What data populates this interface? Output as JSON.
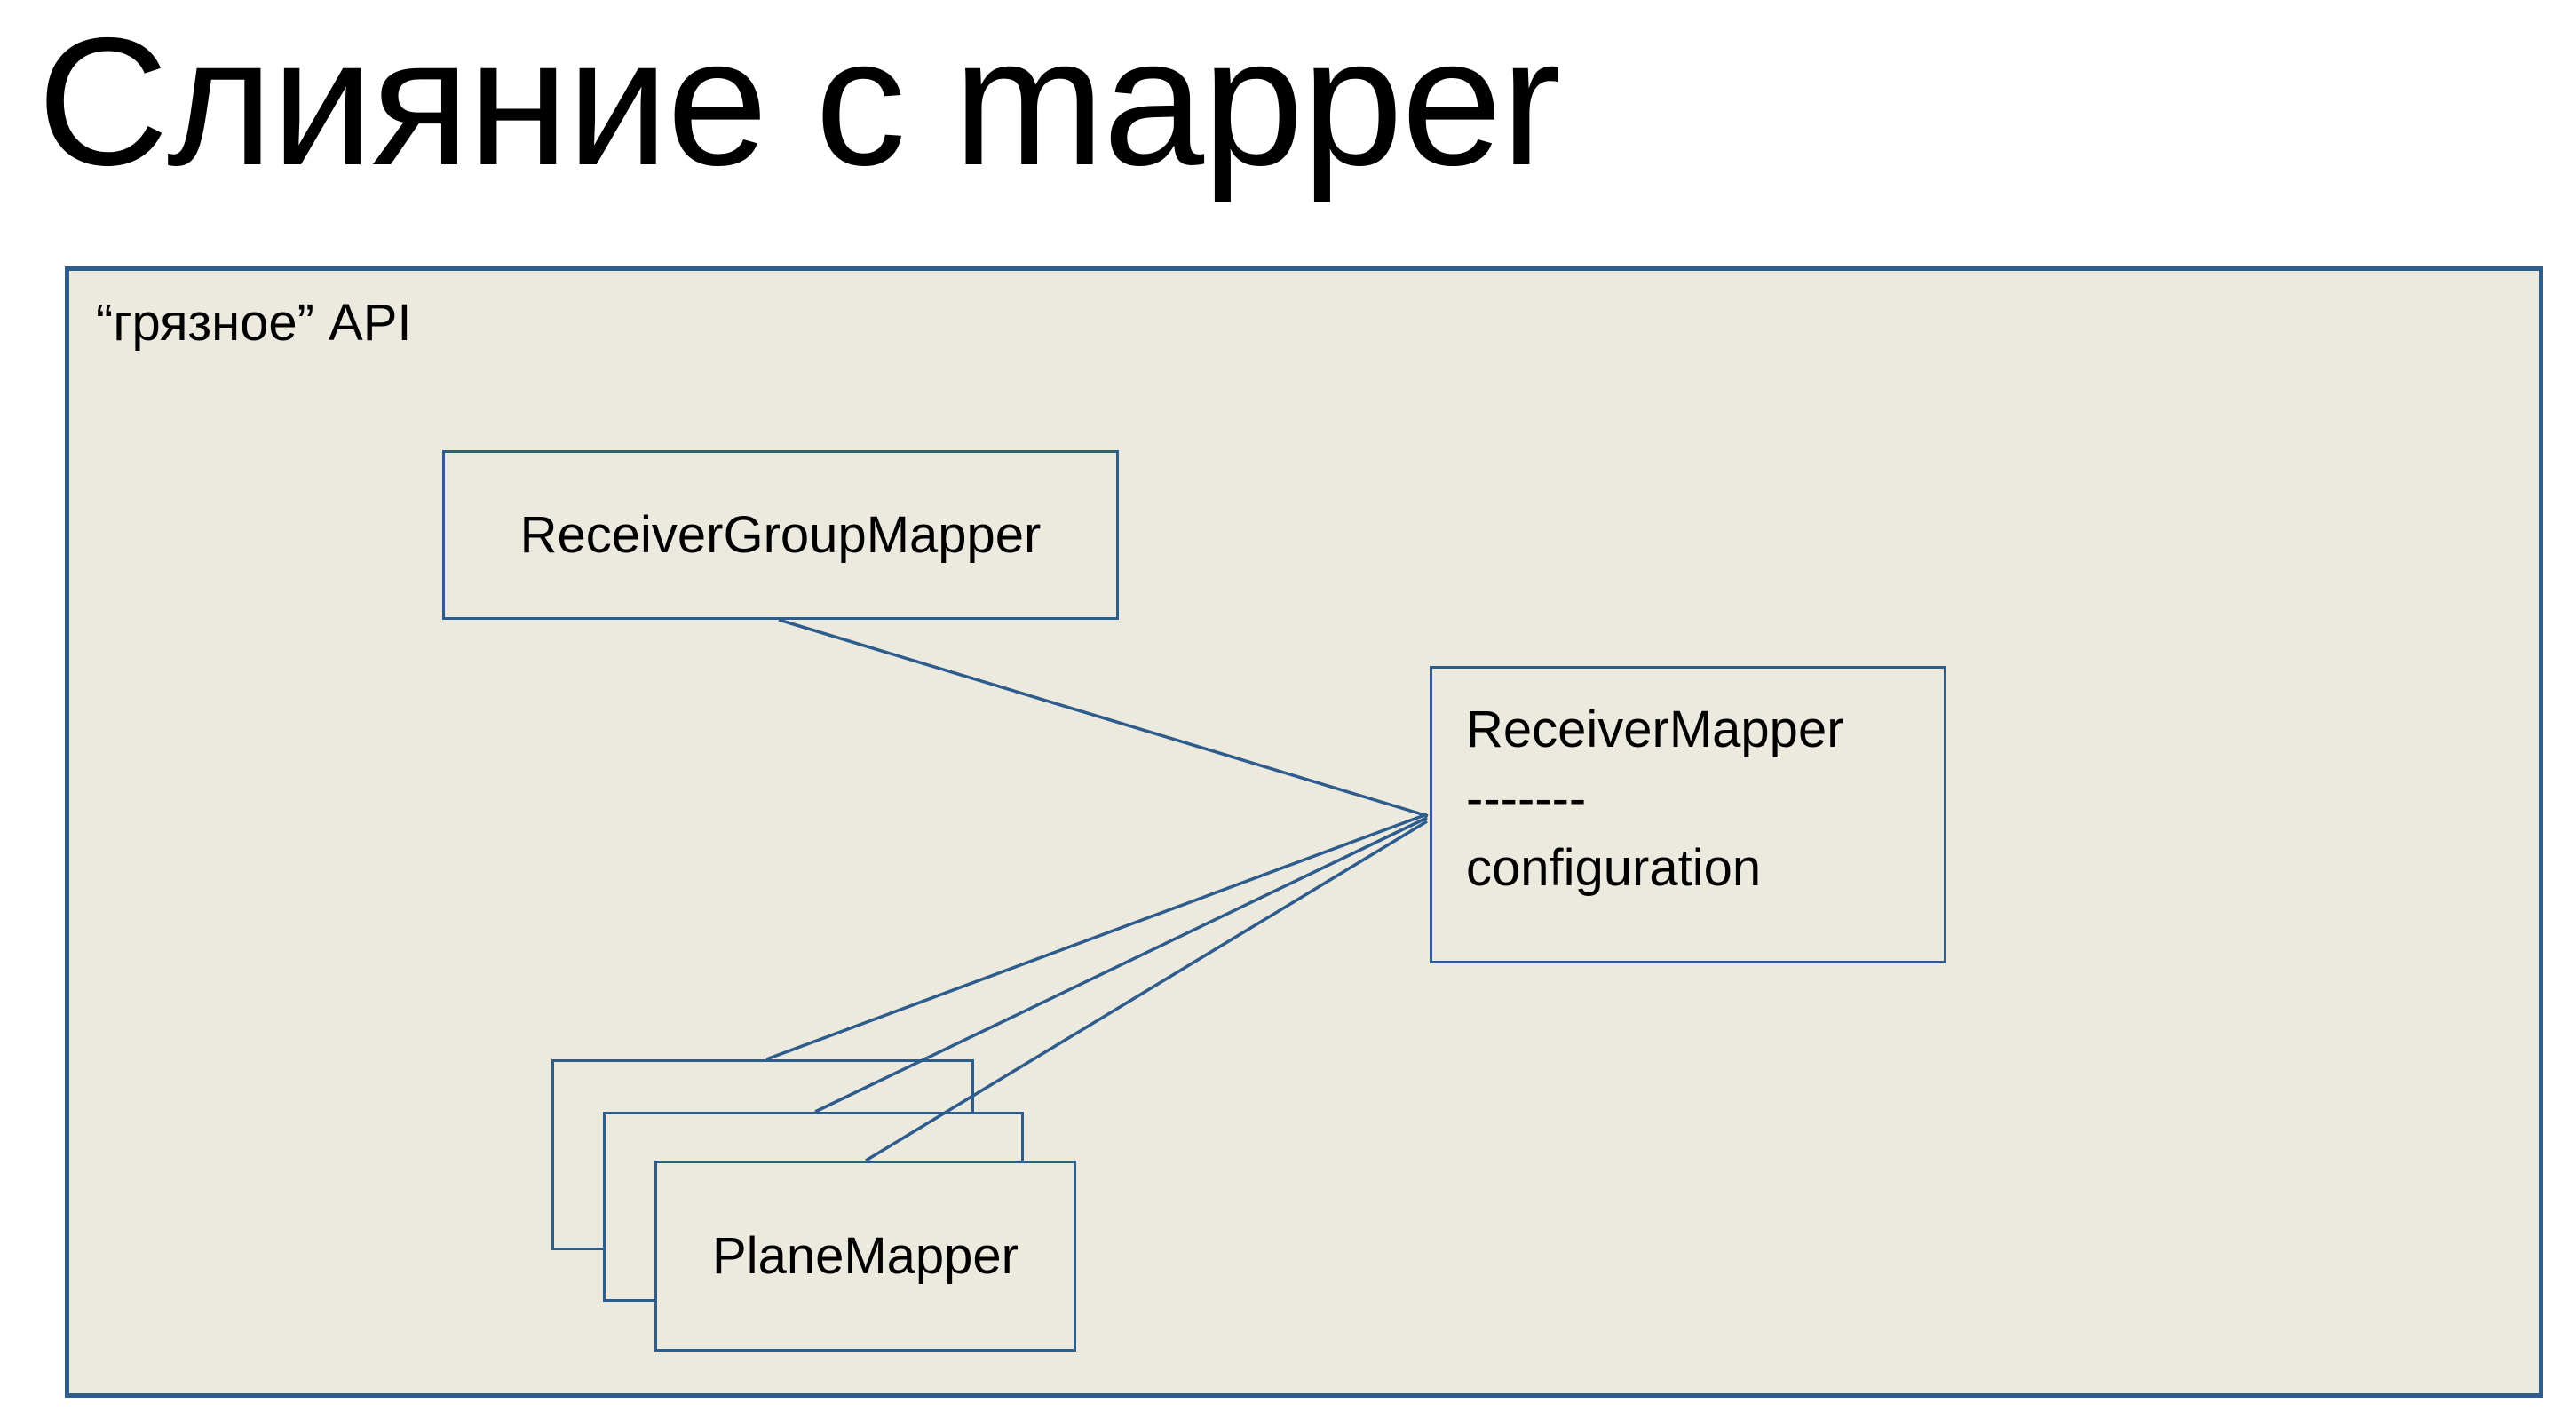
{
  "slide": {
    "title": "Слияние с mapper"
  },
  "panel": {
    "label": "“грязное” API"
  },
  "nodes": {
    "receiver_group_mapper": {
      "label": "ReceiverGroupMapper"
    },
    "receiver_mapper": {
      "name": "ReceiverMapper",
      "divider": "-------",
      "attribute": "configuration"
    },
    "plane_mapper": {
      "label": "PlaneMapper"
    }
  },
  "colors": {
    "accent": "#2E5C8C",
    "panel_bg": "#ECEADF",
    "text": "#000000",
    "page_bg": "#FFFFFF"
  }
}
